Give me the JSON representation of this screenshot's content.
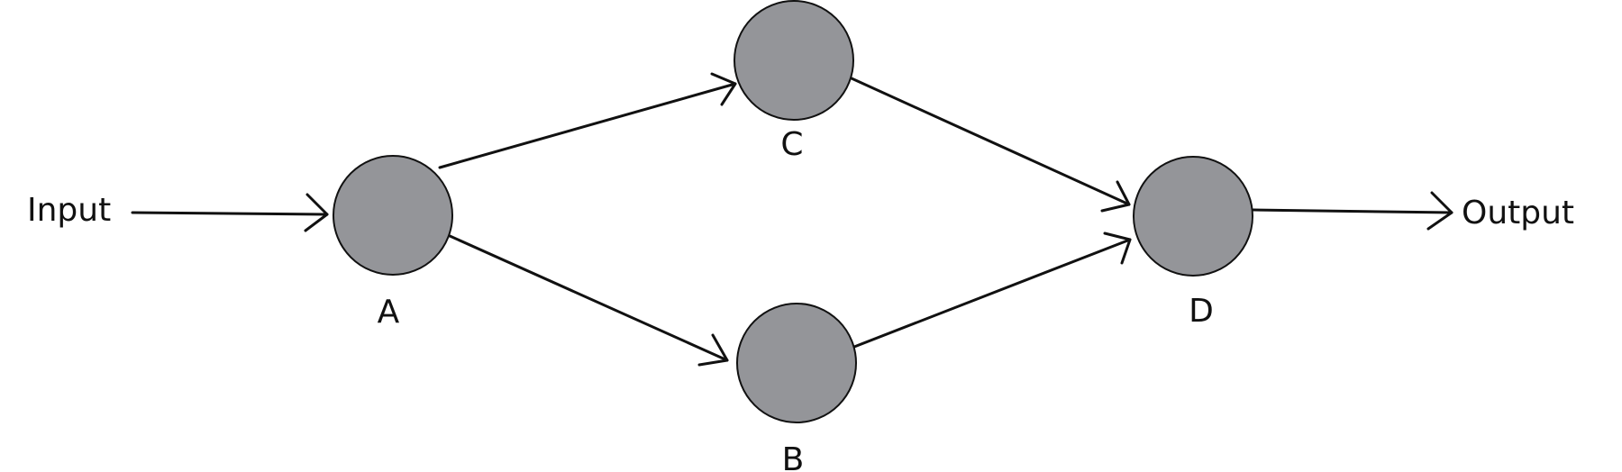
{
  "diagram": {
    "input_label": "Input",
    "output_label": "Output",
    "nodes": [
      {
        "id": "A",
        "label": "A"
      },
      {
        "id": "B",
        "label": "B"
      },
      {
        "id": "C",
        "label": "C"
      },
      {
        "id": "D",
        "label": "D"
      }
    ],
    "edges": [
      {
        "from": "Input",
        "to": "A"
      },
      {
        "from": "A",
        "to": "C"
      },
      {
        "from": "A",
        "to": "B"
      },
      {
        "from": "C",
        "to": "D"
      },
      {
        "from": "B",
        "to": "D"
      },
      {
        "from": "D",
        "to": "Output"
      }
    ],
    "colors": {
      "node_fill": "#949599",
      "stroke": "#111111",
      "background": "#ffffff"
    }
  }
}
